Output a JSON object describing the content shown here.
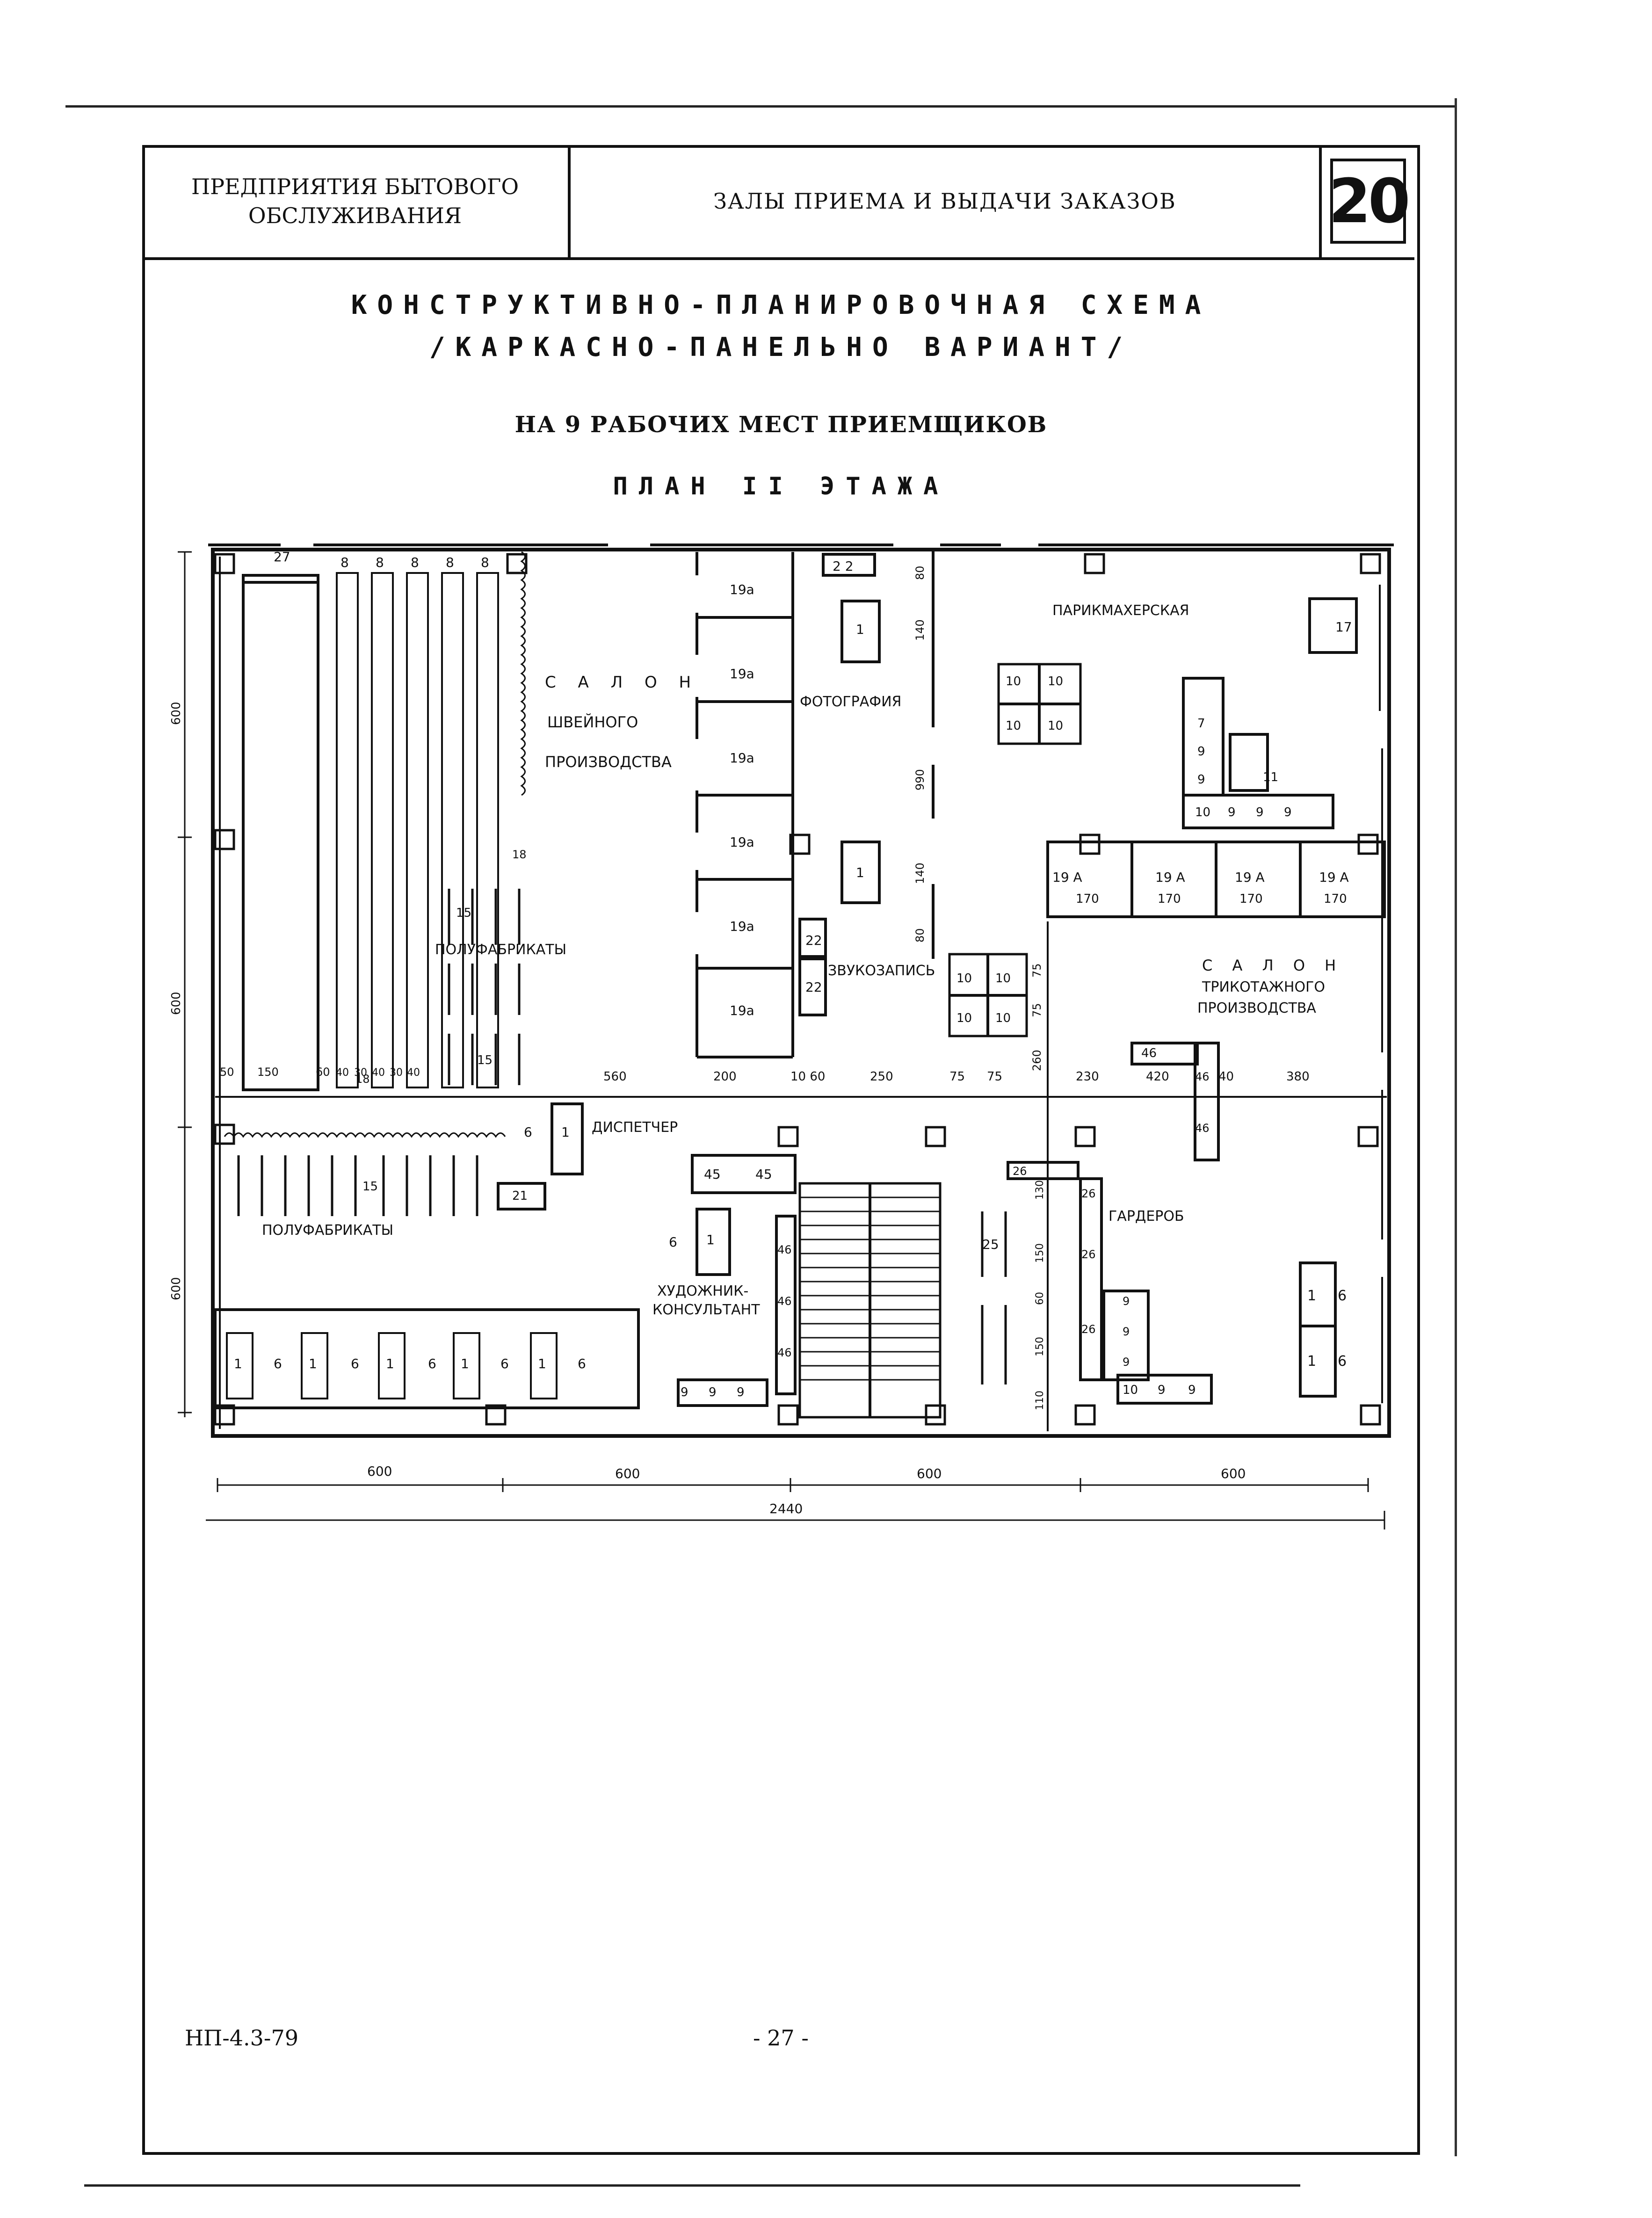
{
  "header": {
    "category_line1": "ПРЕДПРИЯТИЯ БЫТОВОГО",
    "category_line2": "ОБСЛУЖИВАНИЯ",
    "section": "ЗАЛЫ ПРИЕМА И ВЫДАЧИ ЗАКАЗОВ",
    "page_number": "20"
  },
  "titles": {
    "line1": "КОНСТРУКТИВНО-ПЛАНИРОВОЧНАЯ СХЕМА",
    "line2": "/КАРКАСНО-ПАНЕЛЬНО ВАРИАНТ/",
    "subtitle": "НА 9 РАБОЧИХ МЕСТ ПРИЕМЩИКОВ",
    "plan": "ПЛАН II ЭТАЖА"
  },
  "rooms": {
    "salon_shveinogo_1": "С А Л О Н",
    "salon_shveinogo_2": "ШВЕЙНОГО",
    "salon_shveinogo_3": "ПРОИЗВОДСТВА",
    "polufabrikaty_top": "ПОЛУФАБРИКАТЫ",
    "polufabrikaty_bottom": "ПОЛУФАБРИКАТЫ",
    "fotografiya": "ФОТОГРАФИЯ",
    "zvukozapis": "ЗВУКОЗАПИСЬ",
    "parikmakherskaya": "ПАРИКМАХЕРСКАЯ",
    "salon_trikotazh_1": "С А Л О Н",
    "salon_trikotazh_2": "ТРИКОТАЖНОГО",
    "salon_trikotazh_3": "ПРОИЗВОДСТВА",
    "dispetcher": "ДИСПЕТЧЕР",
    "khudozhnik_1": "ХУДОЖНИК-",
    "khudozhnik_2": "КОНСУЛЬТАНТ",
    "garderob": "ГАРДЕРОБ"
  },
  "dimensions": {
    "left_600_top": "600",
    "left_600_mid": "600",
    "left_600_bot": "600",
    "bottom_600_a": "600",
    "bottom_600_b": "600",
    "bottom_600_c": "600",
    "bottom_600_d": "600",
    "total": "2440",
    "d50": "50",
    "d150": "150",
    "d60": "60",
    "d40a": "40",
    "d30a": "30",
    "d40b": "40",
    "d30b": "30",
    "d40c": "40",
    "d560": "560",
    "d200": "200",
    "d10": "10 60",
    "d250": "250",
    "d75a": "75",
    "d75b": "75",
    "d230": "230",
    "d420": "420",
    "d40": "40",
    "d380": "380",
    "v80a": "80",
    "v140a": "140",
    "v990": "990",
    "v140b": "140",
    "v80b": "80",
    "v75a": "75",
    "v75b": "75",
    "v260": "260",
    "v130": "130",
    "v150a": "150",
    "v60": "60",
    "v150b": "150",
    "v110": "110"
  },
  "marks": {
    "m27": "27",
    "m8": "8",
    "m19a": "19а",
    "m22": "2 2",
    "m1": "1",
    "m6": "6",
    "m10": "10",
    "m17": "17",
    "m9": "9",
    "m7": "7",
    "m11": "11",
    "m19a170": "19 А",
    "m170": "170",
    "m15": "15",
    "m18": "18",
    "m22v": "22",
    "m46": "46",
    "m45": "45",
    "m21": "21",
    "m25": "25",
    "m26": "26"
  },
  "footer": {
    "code": "НП-4.3-79",
    "page": "- 27 -"
  }
}
